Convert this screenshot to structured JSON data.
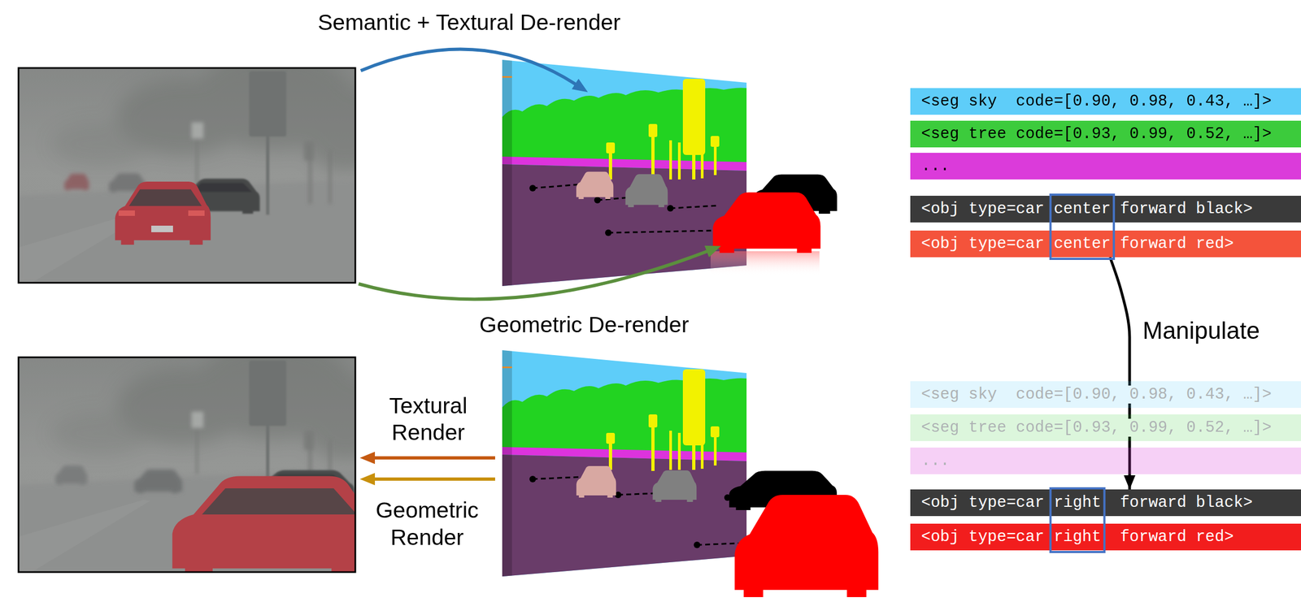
{
  "diagram": {
    "nodes": [
      {
        "text": [
          "<seg sky  code=[0.90, 0.98, 0.43, …]>"
        ]
      },
      {
        "text": [
          "<seg tree code=[0.93, 0.99, 0.52, …]>"
        ]
      },
      {
        "text": [
          "..."
        ]
      },
      {
        "text": [
          "<obj type=car center forward black>"
        ]
      },
      {
        "text": [
          "<obj type=car center forward red>"
        ]
      },
      {
        "text": [
          "<seg sky  code=[0.90, 0.98, 0.43, …]>"
        ]
      },
      {
        "text": [
          "<seg tree code=[0.93, 0.99, 0.52, …]>"
        ]
      },
      {
        "text": [
          "..."
        ]
      },
      {
        "text": [
          "<obj type=car right  forward black>"
        ]
      },
      {
        "text": [
          "<obj type=car right  forward red>"
        ]
      }
    ],
    "edges": [
      {
        "from": 4,
        "to": 8,
        "arrow": "to",
        "label": "Manipulate"
      }
    ],
    "labels": [
      "Semantic + Textural De-render",
      "Geometric De-render",
      "Textural Render",
      "Geometric Render"
    ]
  }
}
